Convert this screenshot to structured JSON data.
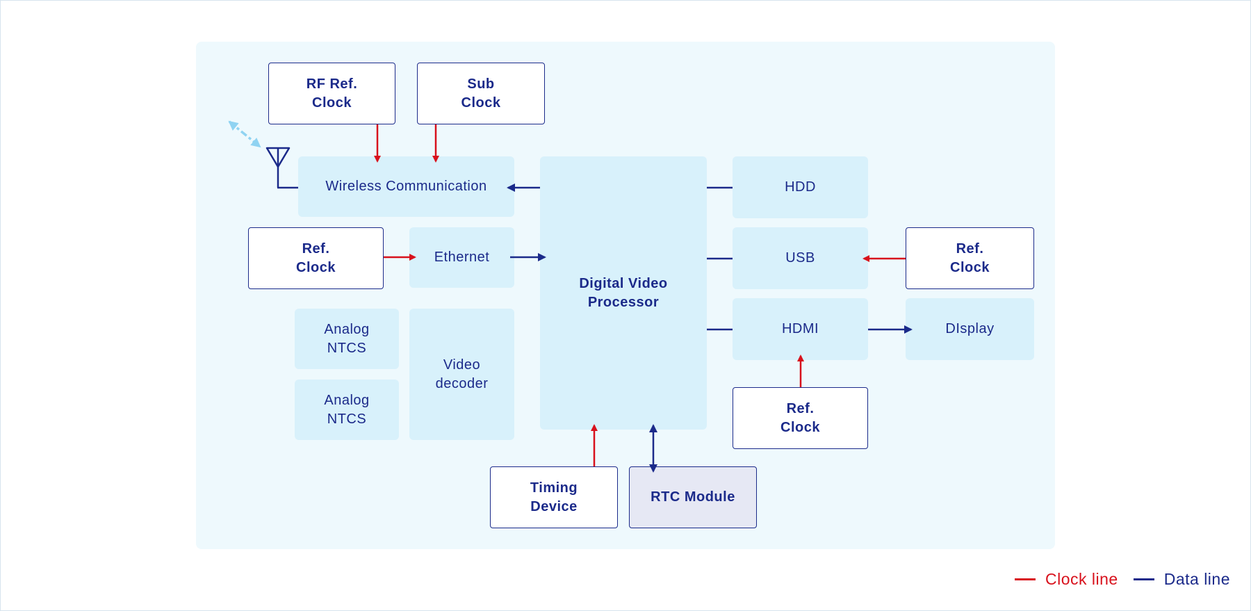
{
  "colors": {
    "clock": "#d8111c",
    "data": "#1b2a8a",
    "antenna_signal": "#8fd3f2"
  },
  "blocks": {
    "rf_ref_clock": "RF Ref.\nClock",
    "sub_clock": "Sub\nClock",
    "wireless": "Wireless Communication",
    "ref_clock_left": "Ref.\nClock",
    "ethernet": "Ethernet",
    "analog_ntcs_1": "Analog\nNTCS",
    "analog_ntcs_2": "Analog\nNTCS",
    "video_decoder": "Video\ndecoder",
    "dvp": "Digital Video\nProcessor",
    "hdd": "HDD",
    "usb": "USB",
    "ref_clock_right": "Ref.\nClock",
    "hdmi": "HDMI",
    "display": "DIsplay",
    "ref_clock_bottom": "Ref.\nClock",
    "timing_device": "Timing\nDevice",
    "rtc_module": "RTC Module"
  },
  "legend": {
    "clock_label": "Clock line",
    "data_label": "Data line"
  },
  "icons": {
    "antenna": "antenna-icon",
    "signal": "double-arrow-signal-icon"
  }
}
